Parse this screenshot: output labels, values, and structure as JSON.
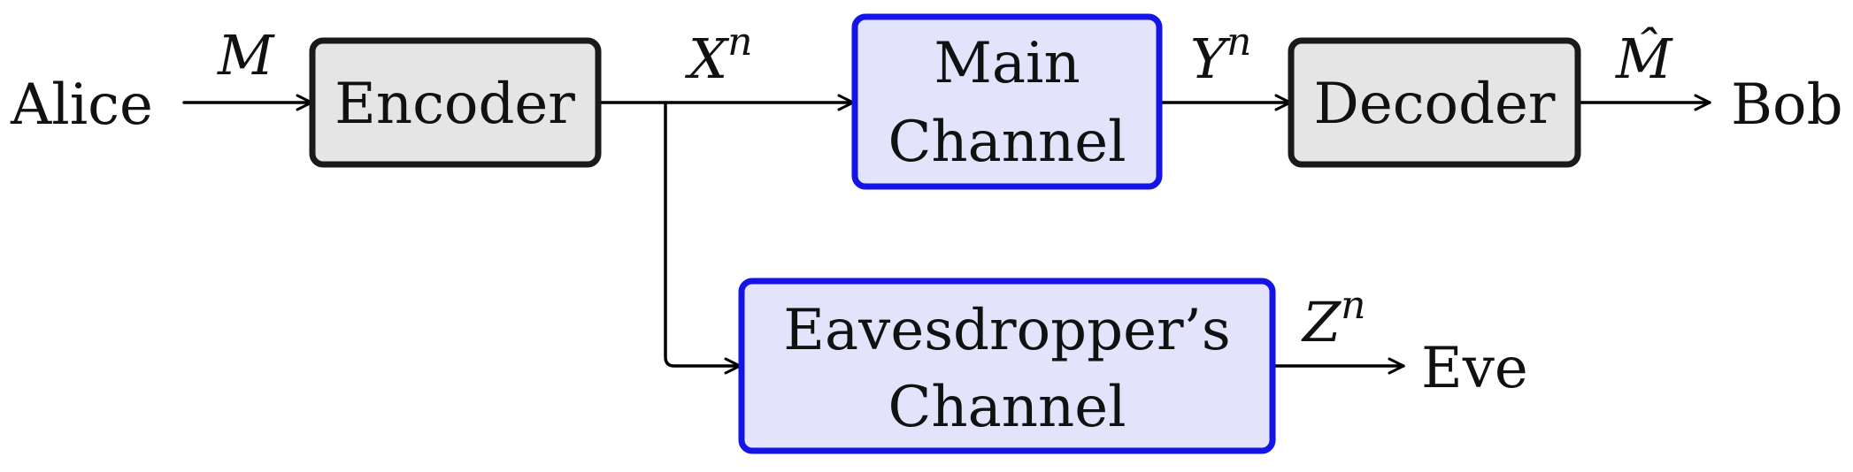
{
  "nodes": {
    "alice": "Alice",
    "bob": "Bob",
    "eve": "Eve",
    "encoder": "Encoder",
    "decoder": "Decoder",
    "main_channel": [
      "Main",
      "Channel"
    ],
    "eve_channel": [
      "Eavesdropper’s",
      "Channel"
    ]
  },
  "signals": {
    "message": "M",
    "codeword_base": "X",
    "codeword_sup": "n",
    "main_output_base": "Y",
    "main_output_sup": "n",
    "estimate": "M̂",
    "eve_output_base": "Z",
    "eve_output_sup": "n"
  },
  "colors": {
    "codec_fill": "#e5e5e5",
    "codec_border": "#1a1a1a",
    "channel_fill": "#e3e3fb",
    "channel_border": "#1414e6"
  }
}
